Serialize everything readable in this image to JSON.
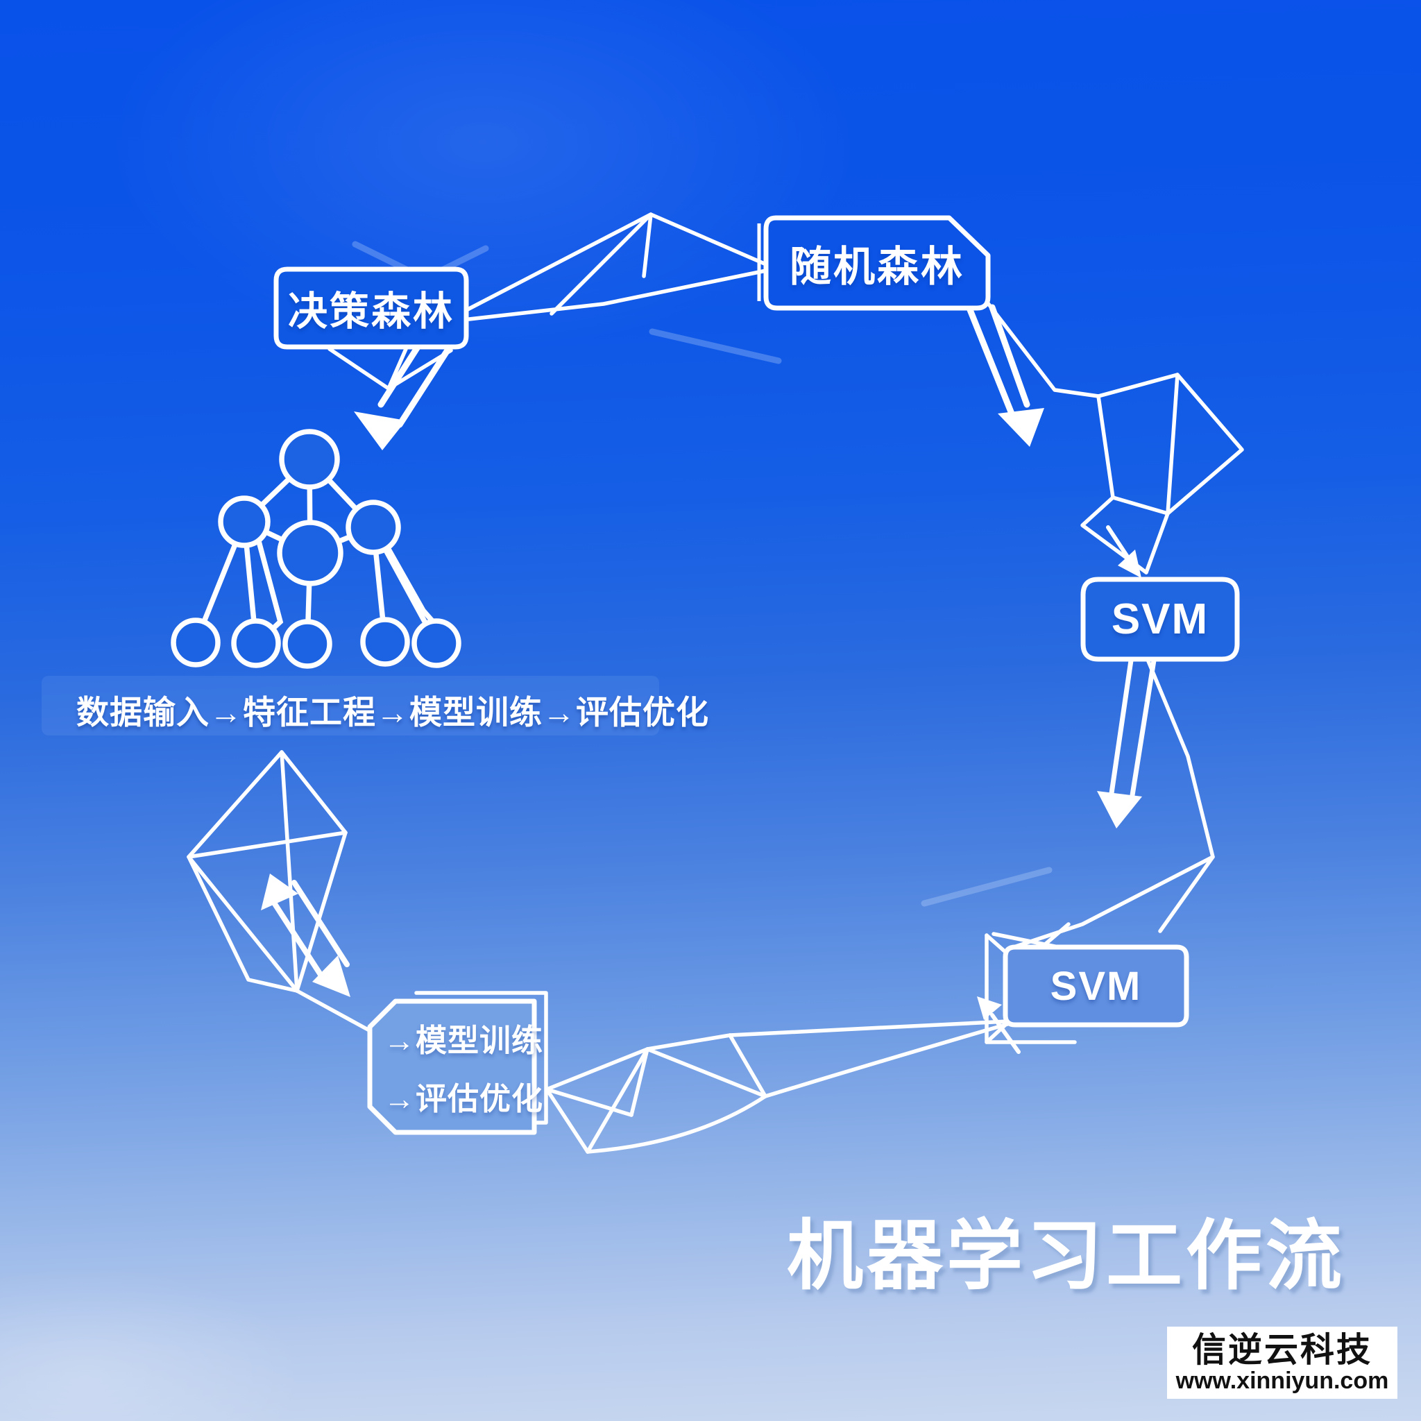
{
  "diagram": {
    "title": "机器学习工作流",
    "flow_text": "数据输入→特征工程→模型训练→评估优化",
    "nodes": [
      {
        "id": "decision-forest",
        "label": "决策森林"
      },
      {
        "id": "random-forest",
        "label": "随机森林"
      },
      {
        "id": "svm-top",
        "label": "SVM"
      },
      {
        "id": "svm-bottom",
        "label": "SVM"
      },
      {
        "id": "process-box",
        "line1": "→模型训练",
        "line2": "→评估优化"
      }
    ]
  },
  "watermark": {
    "company": "信逆云科技",
    "website": "www.xinniyun.com"
  },
  "colors": {
    "background_top": "#0952e9",
    "background_bottom": "#c9d8f0",
    "line": "#ffffff",
    "node_fill_dark": "#0e57e5",
    "watermark_bg": "#ffffff",
    "watermark_text": "#111111"
  }
}
